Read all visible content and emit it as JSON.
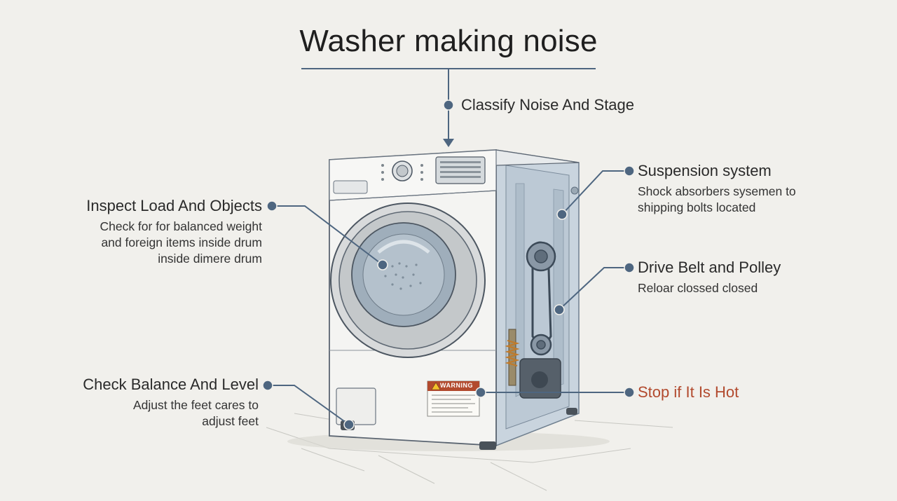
{
  "title": "Washer making noise",
  "first_step": "Classify Noise And Stage",
  "callouts": {
    "inspect": {
      "heading": "Inspect Load And Objects",
      "lines": [
        "Check for for balanced weight",
        "and foreign items inside drum",
        "inside dimere drum"
      ]
    },
    "balance": {
      "heading": "Check Balance And Level",
      "lines": [
        "Adjust the feet cares to",
        "adjust feet"
      ]
    },
    "suspension": {
      "heading": "Suspension system",
      "lines": [
        "Shock absorbers sysemen to",
        "shipping bolts located"
      ]
    },
    "belt": {
      "heading": "Drive Belt and Polley",
      "lines": [
        "Reloar clossed closed"
      ]
    },
    "hot": {
      "heading": "Stop if It Is Hot"
    }
  },
  "warning_label": "WARNING",
  "colors": {
    "background": "#f1f0ec",
    "connector": "#4e6680",
    "warning": "#b24a2e",
    "washer_side": "#c9d4de",
    "washer_front": "#f4f4f2"
  }
}
